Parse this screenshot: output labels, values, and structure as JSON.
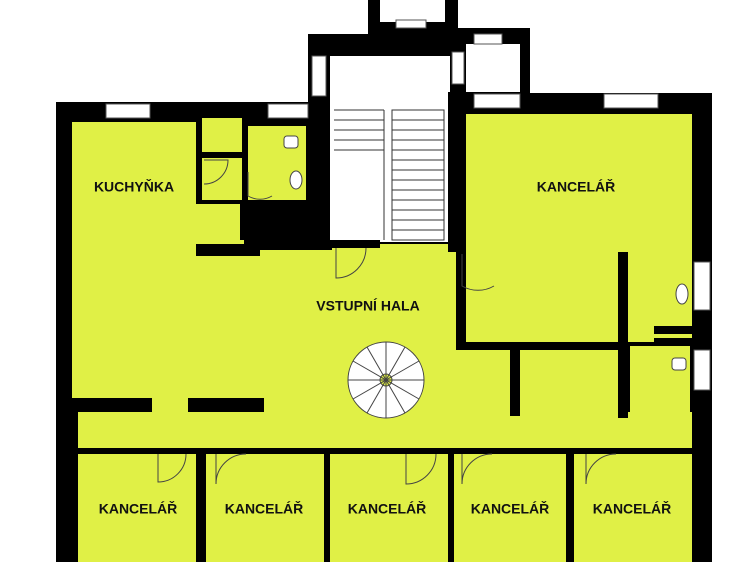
{
  "colors": {
    "room_fill": "#e0f046",
    "wall": "#000000",
    "background": "#ffffff",
    "fixture_line": "#555555"
  },
  "rooms": [
    {
      "id": "kitchen",
      "label": "KUCHYŇKA"
    },
    {
      "id": "entrance-hall",
      "label": "VSTUPNÍ HALA"
    },
    {
      "id": "office-east",
      "label": "KANCELÁŘ"
    },
    {
      "id": "office-south-1",
      "label": "KANCELÁŘ"
    },
    {
      "id": "office-south-2",
      "label": "KANCELÁŘ"
    },
    {
      "id": "office-south-3",
      "label": "KANCELÁŘ"
    },
    {
      "id": "office-south-4",
      "label": "KANCELÁŘ"
    },
    {
      "id": "office-south-5",
      "label": "KANCELÁŘ"
    }
  ]
}
